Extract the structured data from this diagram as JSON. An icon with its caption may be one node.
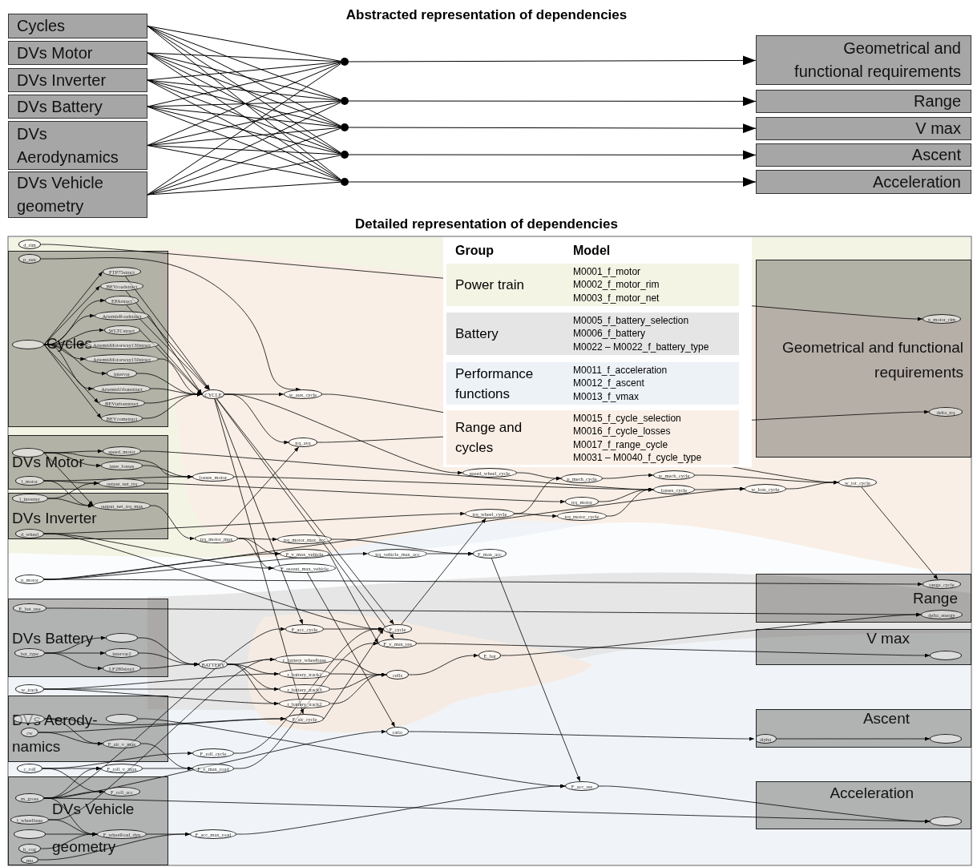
{
  "diagram": {
    "title": "Abstracted representation of dependencies",
    "nodes": [
      {
        "text": [
          "Cycles"
        ]
      },
      {
        "text": [
          "DVs Motor"
        ]
      },
      {
        "text": [
          "DVs Inverter"
        ]
      },
      {
        "text": [
          "DVs Battery"
        ]
      },
      {
        "text": [
          "DVs Aerodynamics"
        ]
      },
      {
        "text": [
          "DVs Vehicle geometry"
        ]
      },
      {
        "text": [],
        "shape": "circle"
      },
      {
        "text": [],
        "shape": "circle"
      },
      {
        "text": [],
        "shape": "circle"
      },
      {
        "text": [],
        "shape": "circle"
      },
      {
        "text": [],
        "shape": "circle"
      },
      {
        "text": [
          "Geometrical and functional requirements"
        ]
      },
      {
        "text": [
          "Range"
        ]
      },
      {
        "text": [
          "V max"
        ]
      },
      {
        "text": [
          "Ascent"
        ]
      },
      {
        "text": [
          "Acceleration"
        ]
      },
      {
        "text": [
          "Cycles"
        ]
      },
      {
        "text": [
          "DVs Motor"
        ]
      },
      {
        "text": [
          "DVs Inverter"
        ]
      },
      {
        "text": [
          "DVs Battery"
        ]
      },
      {
        "text": [
          "DVs Aerody- namics"
        ]
      },
      {
        "text": [
          "DVs Vehicle geometry"
        ]
      },
      {
        "text": [
          "Geometrical and functional requirements"
        ]
      },
      {
        "text": [
          "Range"
        ]
      },
      {
        "text": [
          "V max"
        ]
      },
      {
        "text": [
          "Ascent"
        ]
      },
      {
        "text": [
          "Acceleration"
        ]
      },
      {
        "text": [
          "d_rim"
        ]
      },
      {
        "text": [
          "p_aux"
        ],
        "in": 16
      },
      {
        "text": [],
        "shape": "ellipse",
        "in": 16
      },
      {
        "text": [
          "FTP75struct"
        ],
        "in": 16
      },
      {
        "text": [
          "BEVroadstruct"
        ],
        "in": 16
      },
      {
        "text": [
          "EPAstruct"
        ],
        "in": 16
      },
      {
        "text": [
          "ArtemisRoadstruct"
        ],
        "in": 16
      },
      {
        "text": [
          "WLTCstruct"
        ],
        "in": 16
      },
      {
        "text": [
          "ArtemisMotorway130struct"
        ],
        "in": 16
      },
      {
        "text": [
          "ArtemisMotorway150struct"
        ],
        "in": 16
      },
      {
        "text": [
          "intervar"
        ],
        "in": 16
      },
      {
        "text": [
          "ArtemisUrbanstruct"
        ],
        "in": 16
      },
      {
        "text": [
          "BEVurbanstruct"
        ],
        "in": 16
      },
      {
        "text": [
          "BEVcomstruct"
        ],
        "in": 16
      },
      {
        "text": [
          "CYCLE"
        ]
      },
      {
        "text": [
          "w_aux_cycle"
        ]
      },
      {
        "text": [
          "trq_ava"
        ]
      },
      {
        "text": [],
        "shape": "ellipse",
        "in": 17
      },
      {
        "text": [
          "speed_motor"
        ],
        "in": 17
      },
      {
        "text": [
          "inter_losses"
        ],
        "in": 17
      },
      {
        "text": [
          "l_motor"
        ],
        "in": 17
      },
      {
        "text": [
          "output_net_trq"
        ],
        "in": 17
      },
      {
        "text": [
          "l_inverter"
        ],
        "in": 18
      },
      {
        "text": [
          "output_net_trq_max"
        ],
        "in": 18
      },
      {
        "text": [
          "d_wheel"
        ],
        "in": 18
      },
      {
        "text": [
          "losses_motor"
        ]
      },
      {
        "text": [
          "trq_motor_max"
        ]
      },
      {
        "text": [
          "trq_motor_max_acc"
        ]
      },
      {
        "text": [
          "F_v_max_vehicle"
        ]
      },
      {
        "text": [
          "F_ascent_max_vehicle"
        ]
      },
      {
        "text": [
          "n_motor"
        ]
      },
      {
        "text": [
          "trq_vehicle_max_acc"
        ]
      },
      {
        "text": [
          "F_max_acc"
        ]
      },
      {
        "text": [
          "speed_wheel_cycle"
        ]
      },
      {
        "text": [
          "p_mech_cycle"
        ]
      },
      {
        "text": [
          "trq_motor"
        ]
      },
      {
        "text": [
          "trq_wheel_cycle"
        ]
      },
      {
        "text": [
          "trq_motor_cycle"
        ]
      },
      {
        "text": [
          "w_mech_cycle"
        ]
      },
      {
        "text": [
          "losses_cycle"
        ]
      },
      {
        "text": [
          "w_loss_cycle"
        ]
      },
      {
        "text": [
          "w_tot_cycle"
        ]
      },
      {
        "text": [
          "x_motor_rim"
        ],
        "in": 22
      },
      {
        "text": [
          "delta_trq"
        ],
        "in": 22
      },
      {
        "text": [
          "range_cycle"
        ],
        "in": 23
      },
      {
        "text": [
          "delta_energy"
        ],
        "in": 23
      },
      {
        "text": [],
        "shape": "ellipse",
        "in": 24
      },
      {
        "text": [
          "E_bat_use"
        ],
        "in": 19
      },
      {
        "text": [],
        "shape": "ellipse",
        "in": 19
      },
      {
        "text": [
          "bat_type"
        ],
        "in": 19
      },
      {
        "text": [
          "intervar2"
        ],
        "in": 19
      },
      {
        "text": [
          "LF280struct"
        ],
        "in": 19
      },
      {
        "text": [
          "BATTERY"
        ]
      },
      {
        "text": [
          "F_acc_cycle"
        ]
      },
      {
        "text": [
          "F_cycle"
        ]
      },
      {
        "text": [
          "F_v_max_res"
        ]
      },
      {
        "text": [
          "E_bat"
        ]
      },
      {
        "text": [
          "r_battery_wheelbase"
        ]
      },
      {
        "text": [
          "r_battery_track1"
        ]
      },
      {
        "text": [
          "cells"
        ]
      },
      {
        "text": [
          "r_battery_track3"
        ]
      },
      {
        "text": [
          "r_battery_track2"
        ]
      },
      {
        "text": [
          "w_track"
        ]
      },
      {
        "text": [],
        "shape": "ellipse",
        "in": 20
      },
      {
        "text": [],
        "shape": "ellipse",
        "in": 20
      },
      {
        "text": [
          "cw"
        ],
        "in": 20
      },
      {
        "text": [
          "F_air_v_max"
        ],
        "in": 20
      },
      {
        "text": [
          "F_air_cycle"
        ]
      },
      {
        "text": [
          "ratio"
        ]
      },
      {
        "text": [
          "alpha"
        ],
        "in": 25
      },
      {
        "text": [],
        "shape": "ellipse",
        "in": 25
      },
      {
        "text": [
          "F_roll_cycle"
        ]
      },
      {
        "text": [
          "c_roll"
        ]
      },
      {
        "text": [
          "F_roll_v_max"
        ]
      },
      {
        "text": [
          "F_v_max_road"
        ]
      },
      {
        "text": [
          "F_roll_acc"
        ],
        "in": 21
      },
      {
        "text": [
          "m_gross"
        ],
        "in": 21
      },
      {
        "text": [
          "l_wheelbase"
        ],
        "in": 21
      },
      {
        "text": [],
        "shape": "ellipse",
        "in": 21
      },
      {
        "text": [
          "F_wheelload_dyn"
        ],
        "in": 21
      },
      {
        "text": [
          "F_acc_max_road"
        ]
      },
      {
        "text": [
          "h_cog"
        ],
        "in": 21
      },
      {
        "text": [
          "mu"
        ],
        "in": 21
      },
      {
        "text": [
          "F_acc_res"
        ]
      },
      {
        "text": [],
        "shape": "ellipse",
        "in": 26
      }
    ],
    "edges": [
      {
        "from": 0,
        "to": 6,
        "arrow": "none"
      },
      {
        "from": 0,
        "to": 7,
        "arrow": "none"
      },
      {
        "from": 0,
        "to": 8,
        "arrow": "none"
      },
      {
        "from": 0,
        "to": 9,
        "arrow": "none"
      },
      {
        "from": 0,
        "to": 10,
        "arrow": "none"
      },
      {
        "from": 1,
        "to": 6,
        "arrow": "none"
      },
      {
        "from": 1,
        "to": 7,
        "arrow": "none"
      },
      {
        "from": 1,
        "to": 8,
        "arrow": "none"
      },
      {
        "from": 1,
        "to": 9,
        "arrow": "none"
      },
      {
        "from": 1,
        "to": 10,
        "arrow": "none"
      },
      {
        "from": 2,
        "to": 6,
        "arrow": "none"
      },
      {
        "from": 2,
        "to": 7,
        "arrow": "none"
      },
      {
        "from": 2,
        "to": 8,
        "arrow": "none"
      },
      {
        "from": 2,
        "to": 9,
        "arrow": "none"
      },
      {
        "from": 2,
        "to": 10,
        "arrow": "none"
      },
      {
        "from": 3,
        "to": 6,
        "arrow": "none"
      },
      {
        "from": 3,
        "to": 7,
        "arrow": "none"
      },
      {
        "from": 3,
        "to": 8,
        "arrow": "none"
      },
      {
        "from": 3,
        "to": 9,
        "arrow": "none"
      },
      {
        "from": 3,
        "to": 10,
        "arrow": "none"
      },
      {
        "from": 4,
        "to": 6,
        "arrow": "none"
      },
      {
        "from": 4,
        "to": 7,
        "arrow": "none"
      },
      {
        "from": 4,
        "to": 8,
        "arrow": "none"
      },
      {
        "from": 4,
        "to": 9,
        "arrow": "none"
      },
      {
        "from": 4,
        "to": 10,
        "arrow": "none"
      },
      {
        "from": 5,
        "to": 6,
        "arrow": "none"
      },
      {
        "from": 5,
        "to": 7,
        "arrow": "none"
      },
      {
        "from": 5,
        "to": 8,
        "arrow": "none"
      },
      {
        "from": 5,
        "to": 9,
        "arrow": "none"
      },
      {
        "from": 5,
        "to": 10,
        "arrow": "none"
      },
      {
        "from": 6,
        "to": 11,
        "arrow": "to"
      },
      {
        "from": 7,
        "to": 12,
        "arrow": "to"
      },
      {
        "from": 8,
        "to": 13,
        "arrow": "to"
      },
      {
        "from": 9,
        "to": 14,
        "arrow": "to"
      },
      {
        "from": 10,
        "to": 15,
        "arrow": "to"
      },
      {
        "from": 29,
        "to": 30,
        "arrow": "to"
      },
      {
        "from": 29,
        "to": 31,
        "arrow": "to"
      },
      {
        "from": 29,
        "to": 32,
        "arrow": "to"
      },
      {
        "from": 29,
        "to": 33,
        "arrow": "to"
      },
      {
        "from": 29,
        "to": 34,
        "arrow": "to"
      },
      {
        "from": 29,
        "to": 35,
        "arrow": "to"
      },
      {
        "from": 29,
        "to": 36,
        "arrow": "to"
      },
      {
        "from": 29,
        "to": 37,
        "arrow": "to"
      },
      {
        "from": 29,
        "to": 38,
        "arrow": "to"
      },
      {
        "from": 29,
        "to": 39,
        "arrow": "to"
      },
      {
        "from": 29,
        "to": 40,
        "arrow": "to"
      },
      {
        "from": 30,
        "to": 41,
        "arrow": "to"
      },
      {
        "from": 31,
        "to": 41,
        "arrow": "to"
      },
      {
        "from": 32,
        "to": 41,
        "arrow": "to"
      },
      {
        "from": 33,
        "to": 41,
        "arrow": "to"
      },
      {
        "from": 34,
        "to": 41,
        "arrow": "to"
      },
      {
        "from": 35,
        "to": 41,
        "arrow": "to"
      },
      {
        "from": 36,
        "to": 41,
        "arrow": "to"
      },
      {
        "from": 37,
        "to": 41,
        "arrow": "to"
      },
      {
        "from": 38,
        "to": 41,
        "arrow": "to"
      },
      {
        "from": 39,
        "to": 41,
        "arrow": "to"
      },
      {
        "from": 40,
        "to": 41,
        "arrow": "to"
      },
      {
        "from": 41,
        "to": 42,
        "arrow": "to"
      },
      {
        "from": 28,
        "to": 42,
        "arrow": "to"
      },
      {
        "from": 41,
        "to": 43,
        "arrow": "to"
      },
      {
        "from": 41,
        "to": 80,
        "arrow": "to"
      },
      {
        "from": 41,
        "to": 81,
        "arrow": "to"
      },
      {
        "from": 41,
        "to": 94,
        "arrow": "to"
      },
      {
        "from": 41,
        "to": 60,
        "arrow": "to"
      },
      {
        "from": 41,
        "to": 82,
        "arrow": "to"
      },
      {
        "from": 27,
        "to": 69,
        "arrow": "to"
      },
      {
        "from": 42,
        "to": 68,
        "arrow": "to"
      },
      {
        "from": 44,
        "to": 45,
        "arrow": "to"
      },
      {
        "from": 44,
        "to": 46,
        "arrow": "to"
      },
      {
        "from": 44,
        "to": 52,
        "arrow": "to"
      },
      {
        "from": 44,
        "to": 50,
        "arrow": "to"
      },
      {
        "from": 47,
        "to": 52,
        "arrow": "to"
      },
      {
        "from": 47,
        "to": 48,
        "arrow": "to"
      },
      {
        "from": 47,
        "to": 50,
        "arrow": "to"
      },
      {
        "from": 46,
        "to": 52,
        "arrow": "to"
      },
      {
        "from": 45,
        "to": 66,
        "arrow": "to"
      },
      {
        "from": 49,
        "to": 48,
        "arrow": "to"
      },
      {
        "from": 49,
        "to": 50,
        "arrow": "to"
      },
      {
        "from": 50,
        "to": 53,
        "arrow": "to"
      },
      {
        "from": 48,
        "to": 62,
        "arrow": "to"
      },
      {
        "from": 53,
        "to": 43,
        "arrow": "to"
      },
      {
        "from": 53,
        "to": 54,
        "arrow": "to"
      },
      {
        "from": 53,
        "to": 55,
        "arrow": "to"
      },
      {
        "from": 53,
        "to": 56,
        "arrow": "to"
      },
      {
        "from": 51,
        "to": 63,
        "arrow": "to"
      },
      {
        "from": 51,
        "to": 56,
        "arrow": "to"
      },
      {
        "from": 51,
        "to": 81,
        "arrow": "to"
      },
      {
        "from": 57,
        "to": 55,
        "arrow": "to"
      },
      {
        "from": 57,
        "to": 58,
        "arrow": "to"
      },
      {
        "from": 57,
        "to": 71,
        "arrow": "to"
      },
      {
        "from": 57,
        "to": 67,
        "arrow": "to"
      },
      {
        "from": 54,
        "to": 59,
        "arrow": "to"
      },
      {
        "from": 58,
        "to": 59,
        "arrow": "to"
      },
      {
        "from": 55,
        "to": 82,
        "arrow": "to"
      },
      {
        "from": 56,
        "to": 95,
        "arrow": "to"
      },
      {
        "from": 59,
        "to": 110,
        "arrow": "to"
      },
      {
        "from": 60,
        "to": 61,
        "arrow": "to"
      },
      {
        "from": 63,
        "to": 61,
        "arrow": "to"
      },
      {
        "from": 63,
        "to": 64,
        "arrow": "to"
      },
      {
        "from": 64,
        "to": 66,
        "arrow": "to"
      },
      {
        "from": 62,
        "to": 66,
        "arrow": "to"
      },
      {
        "from": 52,
        "to": 66,
        "arrow": "to"
      },
      {
        "from": 61,
        "to": 65,
        "arrow": "to"
      },
      {
        "from": 66,
        "to": 67,
        "arrow": "to"
      },
      {
        "from": 65,
        "to": 68,
        "arrow": "to"
      },
      {
        "from": 67,
        "to": 68,
        "arrow": "to"
      },
      {
        "from": 68,
        "to": 71,
        "arrow": "to"
      },
      {
        "from": 43,
        "to": 70,
        "arrow": "to"
      },
      {
        "from": 74,
        "to": 72,
        "arrow": "to"
      },
      {
        "from": 81,
        "to": 63,
        "arrow": "to"
      },
      {
        "from": 82,
        "to": 73,
        "arrow": "to"
      },
      {
        "from": 83,
        "to": 72,
        "arrow": "to"
      },
      {
        "from": 75,
        "to": 79,
        "arrow": "to"
      },
      {
        "from": 77,
        "to": 79,
        "arrow": "to"
      },
      {
        "from": 78,
        "to": 79,
        "arrow": "to"
      },
      {
        "from": 76,
        "to": 75,
        "arrow": "to"
      },
      {
        "from": 76,
        "to": 77,
        "arrow": "to"
      },
      {
        "from": 76,
        "to": 78,
        "arrow": "to"
      },
      {
        "from": 79,
        "to": 84,
        "arrow": "to"
      },
      {
        "from": 79,
        "to": 85,
        "arrow": "to"
      },
      {
        "from": 79,
        "to": 87,
        "arrow": "to"
      },
      {
        "from": 79,
        "to": 88,
        "arrow": "to"
      },
      {
        "from": 84,
        "to": 86,
        "arrow": "to"
      },
      {
        "from": 85,
        "to": 86,
        "arrow": "to"
      },
      {
        "from": 87,
        "to": 86,
        "arrow": "to"
      },
      {
        "from": 88,
        "to": 86,
        "arrow": "to"
      },
      {
        "from": 86,
        "to": 83,
        "arrow": "to"
      },
      {
        "from": 89,
        "to": 85,
        "arrow": "to"
      },
      {
        "from": 89,
        "to": 87,
        "arrow": "to"
      },
      {
        "from": 89,
        "to": 88,
        "arrow": "to"
      },
      {
        "from": 80,
        "to": 81,
        "arrow": "to"
      },
      {
        "from": 94,
        "to": 81,
        "arrow": "to"
      },
      {
        "from": 98,
        "to": 81,
        "arrow": "to"
      },
      {
        "from": 90,
        "to": 94,
        "arrow": "to"
      },
      {
        "from": 90,
        "to": 93,
        "arrow": "to"
      },
      {
        "from": 92,
        "to": 94,
        "arrow": "to"
      },
      {
        "from": 92,
        "to": 93,
        "arrow": "to"
      },
      {
        "from": 91,
        "to": 110,
        "arrow": "to"
      },
      {
        "from": 93,
        "to": 101,
        "arrow": "to"
      },
      {
        "from": 99,
        "to": 98,
        "arrow": "to"
      },
      {
        "from": 99,
        "to": 100,
        "arrow": "to"
      },
      {
        "from": 99,
        "to": 102,
        "arrow": "to"
      },
      {
        "from": 100,
        "to": 101,
        "arrow": "to"
      },
      {
        "from": 101,
        "to": 82,
        "arrow": "to"
      },
      {
        "from": 103,
        "to": 100,
        "arrow": "to"
      },
      {
        "from": 103,
        "to": 102,
        "arrow": "to"
      },
      {
        "from": 103,
        "to": 80,
        "arrow": "to"
      },
      {
        "from": 103,
        "to": 106,
        "arrow": "to"
      },
      {
        "from": 103,
        "to": 111,
        "arrow": "to"
      },
      {
        "from": 103,
        "to": 95,
        "arrow": "to"
      },
      {
        "from": 104,
        "to": 106,
        "arrow": "to"
      },
      {
        "from": 104,
        "to": 84,
        "arrow": "to"
      },
      {
        "from": 105,
        "to": 106,
        "arrow": "to"
      },
      {
        "from": 108,
        "to": 106,
        "arrow": "to"
      },
      {
        "from": 106,
        "to": 107,
        "arrow": "to"
      },
      {
        "from": 109,
        "to": 107,
        "arrow": "to"
      },
      {
        "from": 107,
        "to": 110,
        "arrow": "to"
      },
      {
        "from": 110,
        "to": 111,
        "arrow": "to"
      },
      {
        "from": 95,
        "to": 96,
        "arrow": "to"
      },
      {
        "from": 96,
        "to": 97,
        "arrow": "to"
      }
    ],
    "labels": [
      "Detailed representation of dependencies",
      "Group",
      "Model",
      "M0001_f_motor",
      "M0002_f_motor_rim",
      "M0003_f_motor_net",
      "M0005_f_battery_selection",
      "M0006_f_battery",
      "M0022 – M0022_f_battery_type",
      "M0011_f_acceleration",
      "M0012_f_ascent",
      "M0013_f_vmax",
      "M0015_f_cycle_selection",
      "M0016_f_cycle_losses",
      "M0017_f_range_cycle",
      "M0031 – M0040_f_cycle_type"
    ],
    "legend": [
      {
        "text": "Power train",
        "color": "#f3f4e4"
      },
      {
        "text": "Battery",
        "color": "#e5e5e5"
      },
      {
        "text": "Performance functions",
        "color": "#edf2f7"
      },
      {
        "text": "Range and cycles",
        "color": "#faefe6"
      }
    ]
  }
}
